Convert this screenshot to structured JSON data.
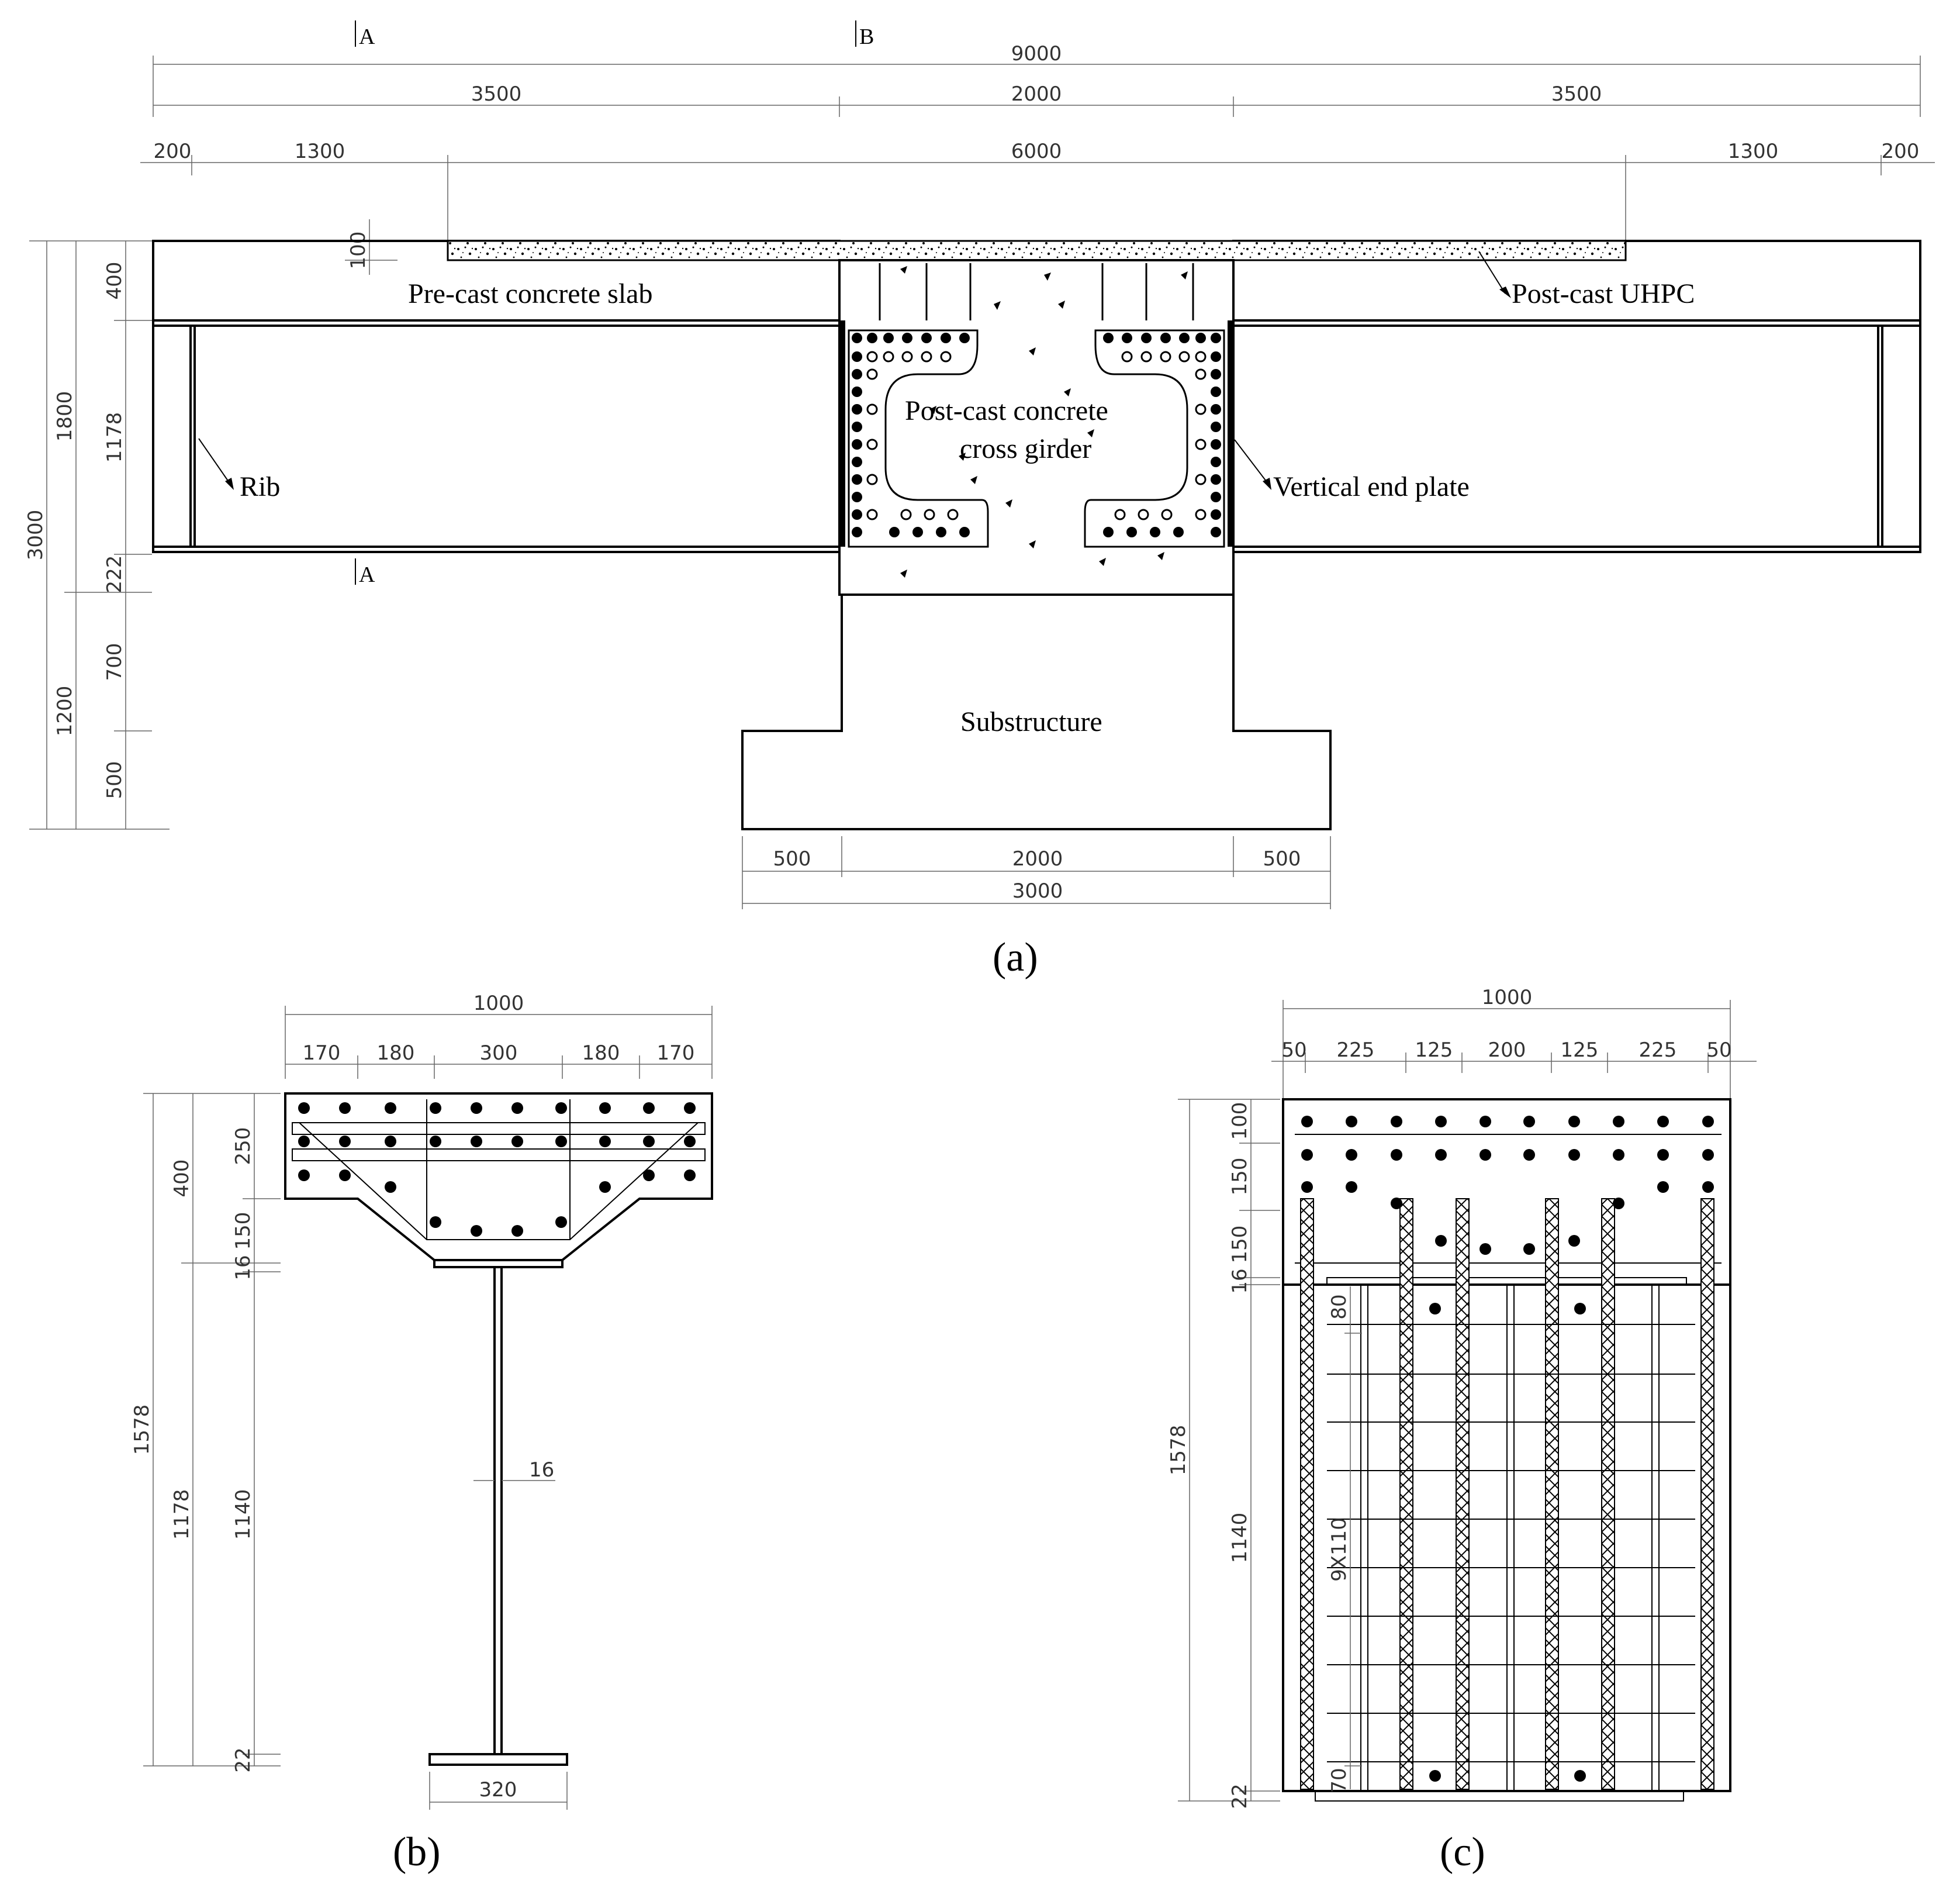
{
  "figure_a": {
    "caption": "(a)",
    "section_marks": [
      "A",
      "B",
      "A",
      "B"
    ],
    "labels": {
      "precast_slab": "Pre-cast concrete slab",
      "post_cast_uhpc": "Post-cast UHPC",
      "rib": "Rib",
      "cross_girder_line1": "Post-cast concrete",
      "cross_girder_line2": "cross girder",
      "vertical_end_plate": "Vertical end plate",
      "substructure": "Substructure"
    },
    "top_dims": {
      "total": "9000",
      "row2": [
        "3500",
        "2000",
        "3500"
      ],
      "row3": [
        "200",
        "1300",
        "6000",
        "1300",
        "200"
      ]
    },
    "left_dims": {
      "overall": "3000",
      "upper": "1800",
      "lower": "1200",
      "inner": [
        "400",
        "1178",
        "222",
        "700",
        "500"
      ],
      "uhpc_thickness": "100"
    },
    "bottom_dims": {
      "row1": [
        "500",
        "2000",
        "500"
      ],
      "total": "3000"
    }
  },
  "figure_b": {
    "caption": "(b)",
    "top_dims": {
      "total": "1000",
      "parts": [
        "170",
        "180",
        "300",
        "180",
        "170"
      ]
    },
    "left_dims": {
      "overall": "1578",
      "mid": [
        "400",
        "1178"
      ],
      "inner": [
        "250",
        "150",
        "16",
        "1140",
        "22"
      ]
    },
    "web_thickness": "16",
    "flange_width": "320"
  },
  "figure_c": {
    "caption": "(c)",
    "top_dims": {
      "total": "1000",
      "parts": [
        "50",
        "225",
        "125",
        "200",
        "125",
        "225",
        "50"
      ]
    },
    "left_dims": {
      "overall": "1578",
      "inner": [
        "100",
        "150",
        "150",
        "16",
        "1140",
        "22"
      ]
    },
    "inner_dims": [
      "80",
      "9X110",
      "70"
    ]
  }
}
